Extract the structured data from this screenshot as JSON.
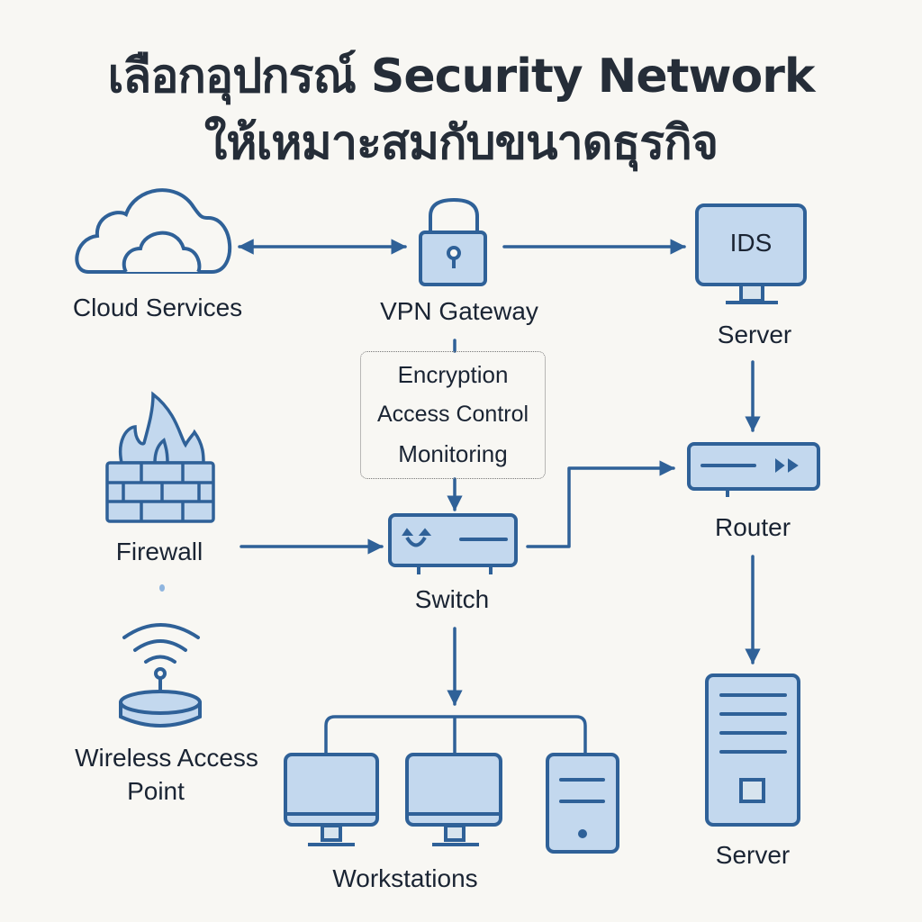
{
  "title": {
    "line1": "เลือกอุปกรณ์ Security Network",
    "line2": "ให้เหมาะสมกับขนาดธุรกิจ"
  },
  "colors": {
    "background": "#f8f7f3",
    "stroke": "#2f6198",
    "fill": "#c3d8ee",
    "text": "#1a2433"
  },
  "nodes": {
    "cloud": {
      "label": "Cloud Services",
      "icon": "cloud-icon"
    },
    "vpn": {
      "label": "VPN Gateway",
      "icon": "padlock-icon"
    },
    "ids": {
      "label": "Server",
      "screen_text": "IDS",
      "icon": "monitor-icon"
    },
    "firewall": {
      "label": "Firewall",
      "icon": "firewall-icon"
    },
    "switch": {
      "label": "Switch",
      "icon": "switch-icon"
    },
    "router": {
      "label": "Router",
      "icon": "router-icon"
    },
    "wap": {
      "label_line1": "Wireless Access",
      "label_line2": "Point",
      "icon": "wireless-access-point-icon"
    },
    "workstations": {
      "label": "Workstations",
      "icon": "workstation-icon"
    },
    "server": {
      "label": "Server",
      "icon": "server-tower-icon"
    }
  },
  "vpn_features": [
    "Encryption",
    "Access Control",
    "Monitoring"
  ],
  "connections": [
    {
      "from": "Cloud Services",
      "to": "VPN Gateway",
      "direction": "both"
    },
    {
      "from": "VPN Gateway",
      "to": "IDS Server",
      "direction": "forward"
    },
    {
      "from": "VPN Gateway",
      "to": "Switch",
      "direction": "forward"
    },
    {
      "from": "IDS Server",
      "to": "Router",
      "direction": "forward"
    },
    {
      "from": "Firewall",
      "to": "Switch",
      "direction": "forward"
    },
    {
      "from": "Switch",
      "to": "Router",
      "direction": "forward"
    },
    {
      "from": "Router",
      "to": "Server",
      "direction": "forward"
    },
    {
      "from": "Switch",
      "to": "Workstations",
      "direction": "forward"
    }
  ]
}
